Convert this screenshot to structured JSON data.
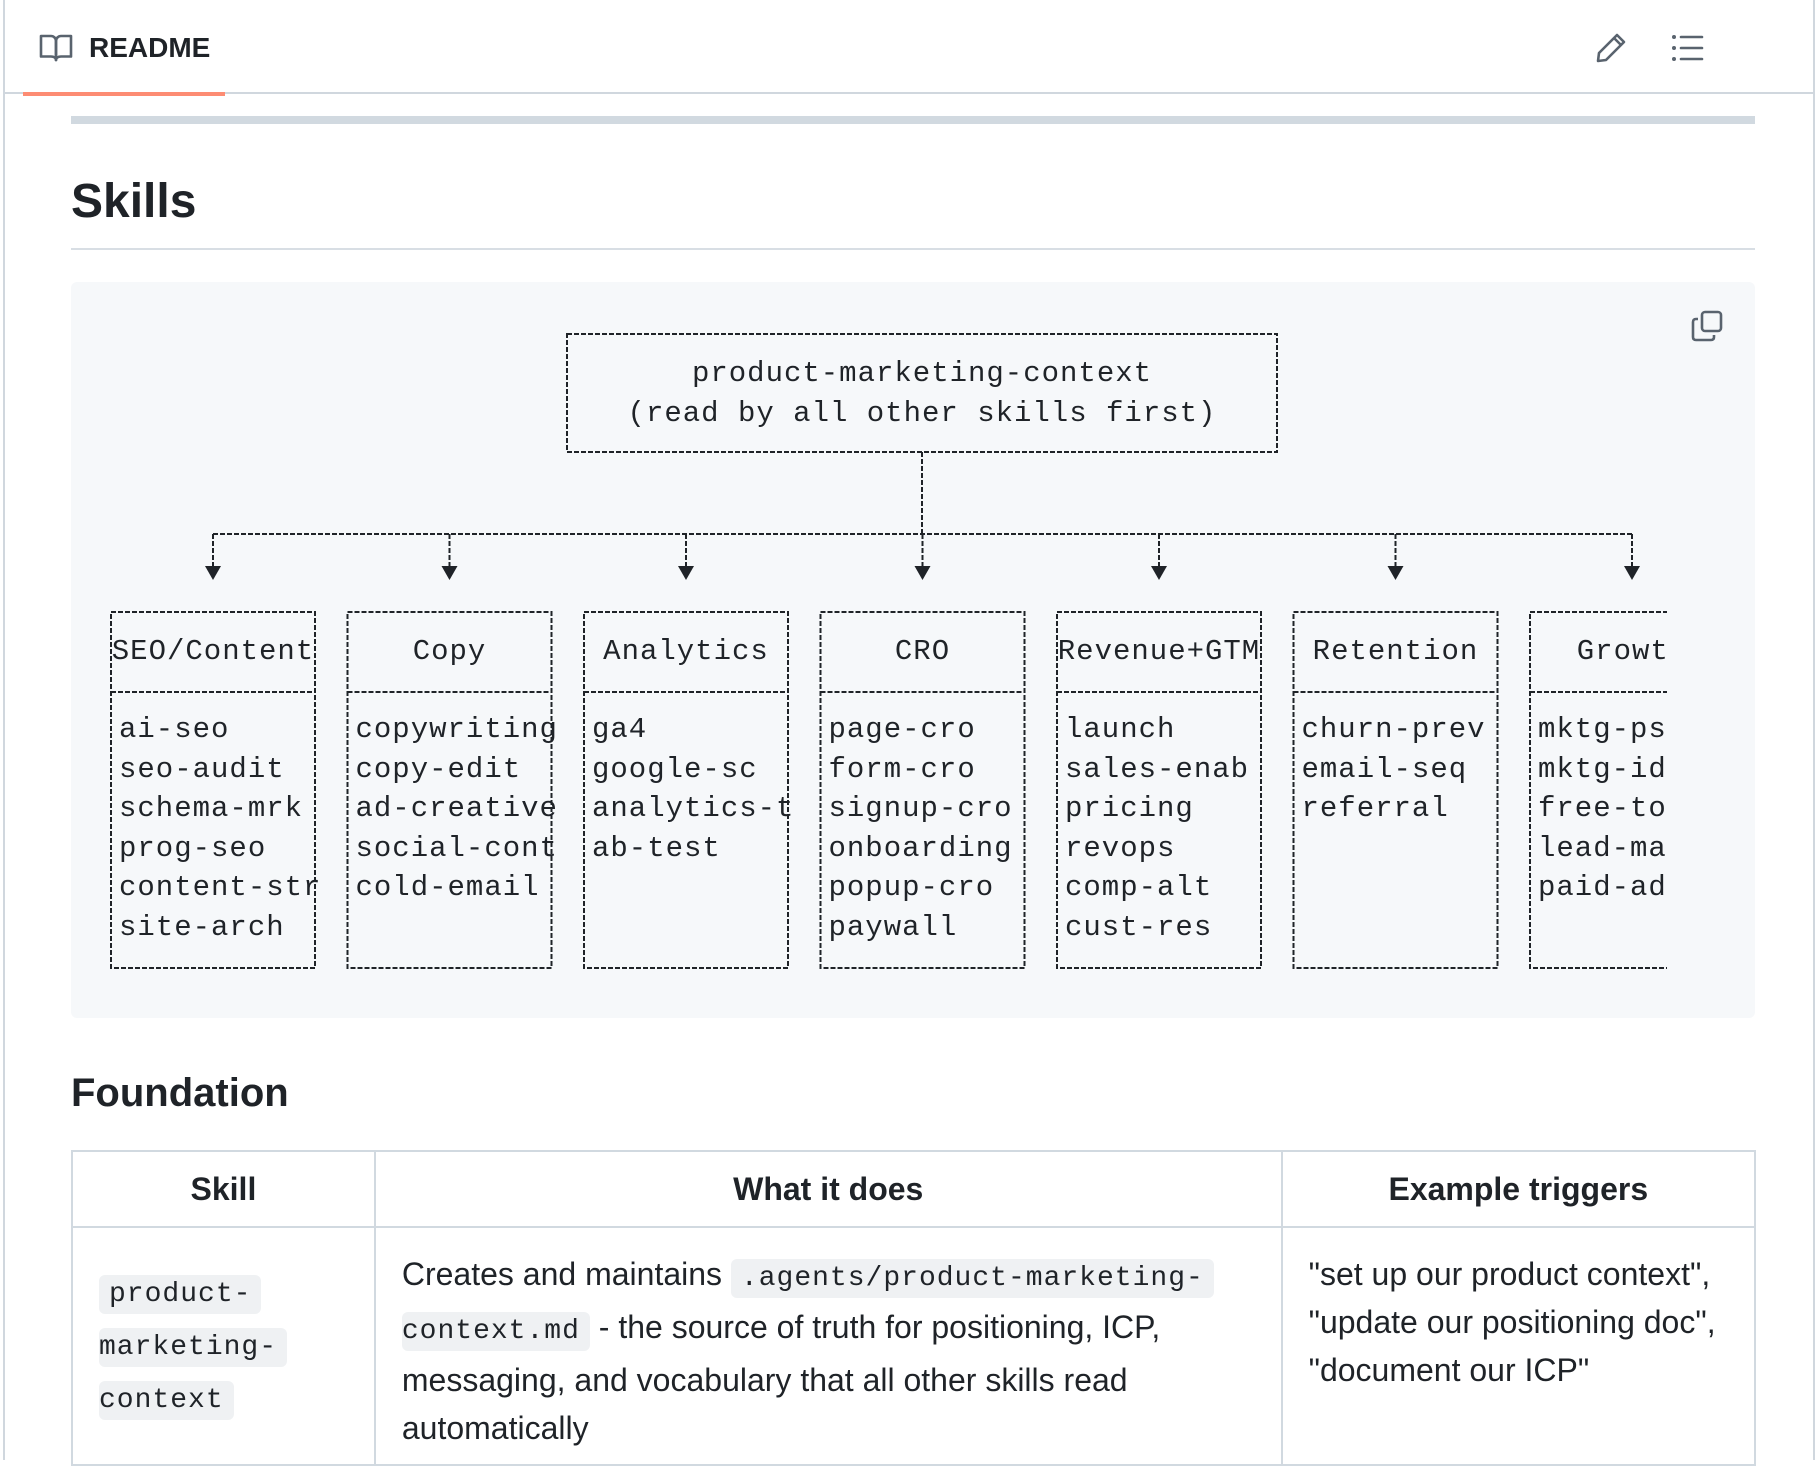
{
  "header": {
    "tab_label": "README",
    "icons": {
      "tab": "book-icon",
      "edit": "pencil-icon",
      "toc": "list-icon"
    }
  },
  "section": {
    "title": "Skills"
  },
  "diagram": {
    "copy_icon": "copy-icon",
    "root_line1": "product-marketing-context",
    "root_line2": "(read by all other skills first)",
    "columns": [
      {
        "title": "SEO/Content",
        "items": [
          "ai-seo",
          "seo-audit",
          "schema-mrk",
          "prog-seo",
          "content-str",
          "site-arch"
        ]
      },
      {
        "title": "Copy",
        "items": [
          "copywriting",
          "copy-edit",
          "ad-creative",
          "social-cont",
          "cold-email"
        ]
      },
      {
        "title": "Analytics",
        "items": [
          "ga4",
          "google-sc",
          "analytics-t",
          "ab-test"
        ]
      },
      {
        "title": "CRO",
        "items": [
          "page-cro",
          "form-cro",
          "signup-cro",
          "onboarding",
          "popup-cro",
          "paywall"
        ]
      },
      {
        "title": "Revenue+GTM",
        "items": [
          "launch",
          "sales-enab",
          "pricing",
          "revops",
          "comp-alt",
          "cust-res"
        ]
      },
      {
        "title": "Retention",
        "items": [
          "churn-prev",
          "email-seq",
          "referral"
        ]
      },
      {
        "title": "Growth",
        "items": [
          "mktg-psy",
          "mktg-ide",
          "free-too",
          "lead-mag",
          "paid-ads"
        ]
      }
    ]
  },
  "foundation": {
    "title": "Foundation",
    "table": {
      "headers": [
        "Skill",
        "What it does",
        "Example triggers"
      ],
      "row": {
        "skill_line1": "product-",
        "skill_line2": "marketing-",
        "skill_line3": "context",
        "desc_before": "Creates and maintains ",
        "desc_code_1": ".agents/product-marketing-",
        "desc_code_2": "context.md",
        "desc_after": " - the source of truth for positioning, ICP, messaging, and vocabulary that all other skills read automatically",
        "triggers": "\"set up our product context\", \"update our positioning doc\", \"document our ICP\""
      }
    }
  }
}
